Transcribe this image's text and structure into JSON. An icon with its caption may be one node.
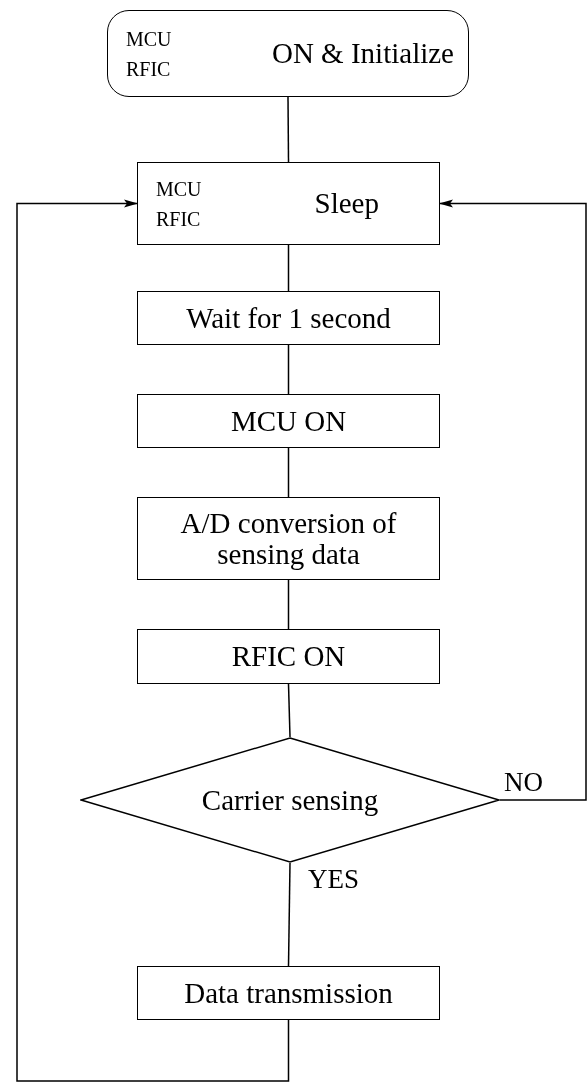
{
  "diagram": {
    "nodes": [
      {
        "text": [
          "MCU",
          "RFIC",
          "ON & Initialize"
        ]
      },
      {
        "text": [
          "MCU",
          "RFIC",
          "Sleep"
        ]
      },
      {
        "text": [
          "Wait for 1 second"
        ]
      },
      {
        "text": [
          "MCU ON"
        ]
      },
      {
        "text": [
          "A/D conversion of sensing data"
        ]
      },
      {
        "text": [
          "RFIC ON"
        ]
      },
      {
        "text": [
          "Carrier sensing"
        ]
      },
      {
        "text": [
          "Data transmission"
        ]
      }
    ],
    "edges": [
      {
        "from": 0,
        "to": 1,
        "arrow": "none"
      },
      {
        "from": 1,
        "to": 2,
        "arrow": "none"
      },
      {
        "from": 2,
        "to": 3,
        "arrow": "none"
      },
      {
        "from": 3,
        "to": 4,
        "arrow": "none"
      },
      {
        "from": 4,
        "to": 5,
        "arrow": "none"
      },
      {
        "from": 5,
        "to": 6,
        "arrow": "none"
      },
      {
        "from": 6,
        "to": 7,
        "arrow": "none",
        "label": "YES"
      },
      {
        "from": 7,
        "to": 1,
        "arrow": "to"
      },
      {
        "from": 6,
        "to": 1,
        "arrow": "to",
        "label": "NO"
      }
    ]
  }
}
